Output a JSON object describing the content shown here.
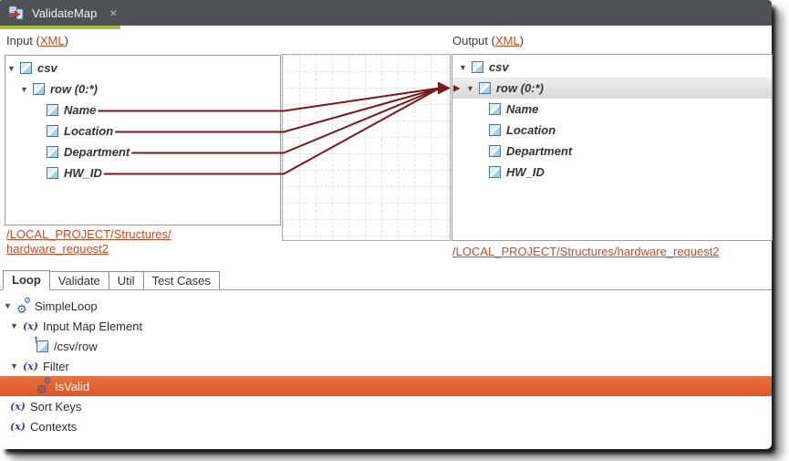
{
  "titlebar": {
    "tab_label": "ValidateMap",
    "close_glyph": "×"
  },
  "icons": {
    "fx_glyph": "(x)",
    "gear_glyph": "⚙",
    "triangle_down": "▼",
    "row_marker": "▶"
  },
  "colors": {
    "wire": "#7d1618",
    "selection_orange": "#e26031",
    "selection_gray": "#dedede",
    "link": "#d04a24",
    "tab_accent_green": "#a6bf3b",
    "titlebar_bg": "#4e5257"
  },
  "input": {
    "header_prefix": "Input (",
    "header_link": "XML",
    "header_suffix": ")",
    "path_lines": [
      "/LOCAL_PROJECT/Structures/",
      "hardware_request2"
    ],
    "tree": [
      {
        "key": "csv",
        "label": "csv",
        "depth": 0,
        "triangle": true,
        "icon": "element"
      },
      {
        "key": "row",
        "label": "row (0:*)",
        "depth": 1,
        "triangle": true,
        "icon": "element"
      },
      {
        "key": "Name",
        "label": "Name",
        "depth": 2,
        "triangle": false,
        "icon": "element"
      },
      {
        "key": "Location",
        "label": "Location",
        "depth": 2,
        "triangle": false,
        "icon": "element"
      },
      {
        "key": "Department",
        "label": "Department",
        "depth": 2,
        "triangle": false,
        "icon": "element"
      },
      {
        "key": "HW_ID",
        "label": "HW_ID",
        "depth": 2,
        "triangle": false,
        "icon": "element"
      }
    ]
  },
  "output": {
    "header_prefix": "Output (",
    "header_link": "XML",
    "header_suffix": ")",
    "path": "/LOCAL_PROJECT/Structures/hardware_request2",
    "tree": [
      {
        "key": "csv",
        "label": "csv",
        "depth": 0,
        "triangle": true,
        "icon": "element"
      },
      {
        "key": "row",
        "label": "row (0:*)",
        "depth": 1,
        "triangle": true,
        "icon": "element",
        "selected": true,
        "marker": true
      },
      {
        "key": "Name",
        "label": "Name",
        "depth": 2,
        "triangle": false,
        "icon": "element"
      },
      {
        "key": "Location",
        "label": "Location",
        "depth": 2,
        "triangle": false,
        "icon": "element"
      },
      {
        "key": "Department",
        "label": "Department",
        "depth": 2,
        "triangle": false,
        "icon": "element"
      },
      {
        "key": "HW_ID",
        "label": "HW_ID",
        "depth": 2,
        "triangle": false,
        "icon": "element"
      }
    ]
  },
  "connections": [
    {
      "from": "Name",
      "to": "row"
    },
    {
      "from": "Location",
      "to": "row"
    },
    {
      "from": "Department",
      "to": "row"
    },
    {
      "from": "HW_ID",
      "to": "row"
    }
  ],
  "bottom": {
    "tabs": [
      {
        "label": "Loop",
        "active": true
      },
      {
        "label": "Validate",
        "active": false
      },
      {
        "label": "Util",
        "active": false
      },
      {
        "label": "Test Cases",
        "active": false
      }
    ],
    "tree": [
      {
        "key": "SimpleLoop",
        "label": "SimpleLoop",
        "depth": 0,
        "triangle": true,
        "icon": "gears"
      },
      {
        "key": "InputMapElement",
        "label": "Input Map Element",
        "depth": 1,
        "triangle": true,
        "icon": "fx"
      },
      {
        "key": "csvrow",
        "label": "/csv/row",
        "depth": 2,
        "triangle": false,
        "icon": "element-new"
      },
      {
        "key": "Filter",
        "label": "Filter",
        "depth": 1,
        "triangle": true,
        "icon": "fx"
      },
      {
        "key": "IsValid",
        "label": "IsValid",
        "depth": 2,
        "triangle": false,
        "icon": "gears",
        "selected": true
      },
      {
        "key": "SortKeys",
        "label": "Sort Keys",
        "depth": 1,
        "triangle": false,
        "icon": "fx"
      },
      {
        "key": "Contexts",
        "label": "Contexts",
        "depth": 1,
        "triangle": false,
        "icon": "fx"
      }
    ]
  }
}
